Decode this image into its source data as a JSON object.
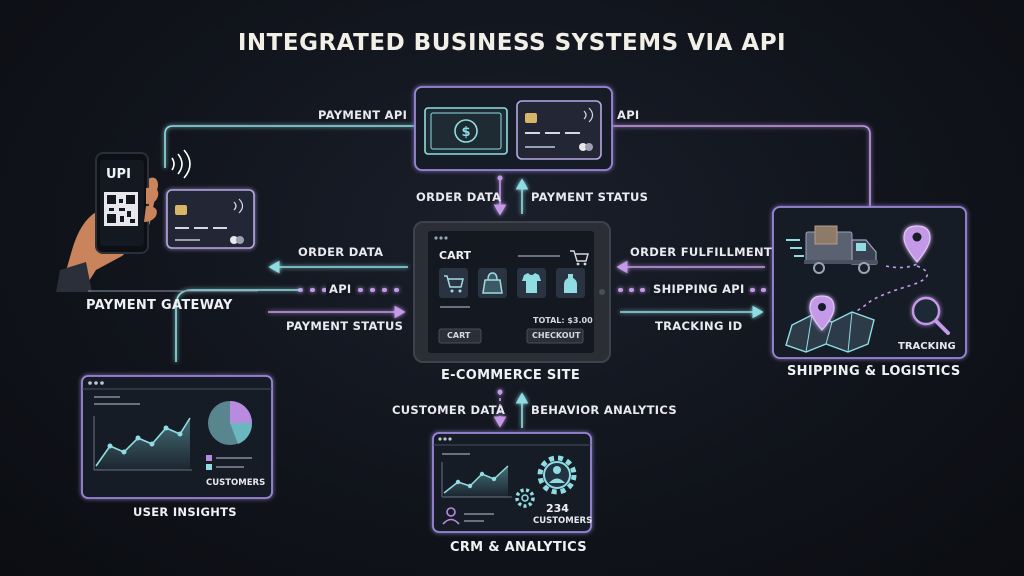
{
  "title": "INTEGRATED BUSINESS SYSTEMS VIA API",
  "nodes": {
    "payment_gateway": {
      "label": "PAYMENT GATEWAY",
      "phone_text": "UPI"
    },
    "ecommerce": {
      "label": "E-COMMERCE SITE",
      "cart_title": "CART",
      "total": "TOTAL: $3.00",
      "cart_button": "CART",
      "checkout_button": "CHECKOUT"
    },
    "shipping": {
      "label": "SHIPPING & LOGISTICS",
      "tracking": "TRACKING"
    },
    "user_insights": {
      "label": "USER INSIGHTS",
      "customers": "CUSTOMERS"
    },
    "crm": {
      "label": "CRM & ANALYTICS",
      "count": "234",
      "customers": "CUSTOMERS"
    }
  },
  "edges": {
    "payment_api": "PAYMENT API",
    "api_top": "API",
    "order_data_top": "ORDER DATA",
    "payment_status_top": "PAYMENT STATUS",
    "order_data_left": "ORDER DATA",
    "api_left": "API",
    "payment_status_left": "PAYMENT STATUS",
    "order_fulfillment": "ORDER FULFILLMENT",
    "shipping_api": "SHIPPING API",
    "tracking_id": "TRACKING ID",
    "customer_data": "CUSTOMER DATA",
    "behavior_analytics": "BEHAVIOR ANALYTICS"
  },
  "colors": {
    "cyan": "#7fd3d9",
    "purple": "#b98be0",
    "panel": "#1a1e2a"
  }
}
